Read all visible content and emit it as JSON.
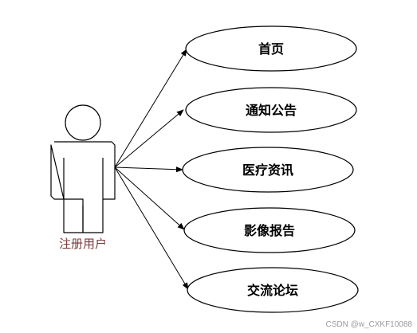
{
  "actor": {
    "label": "注册用户",
    "icon": "stick-figure-user"
  },
  "use_cases": [
    {
      "label": "首页"
    },
    {
      "label": "通知公告"
    },
    {
      "label": "医疗资讯"
    },
    {
      "label": "影像报告"
    },
    {
      "label": "交流论坛"
    }
  ],
  "watermark": "CSDN @w_CXKF10088",
  "colors": {
    "actor_label": "#7a3b3b",
    "stroke": "#000000",
    "watermark": "#9a9a9a"
  }
}
